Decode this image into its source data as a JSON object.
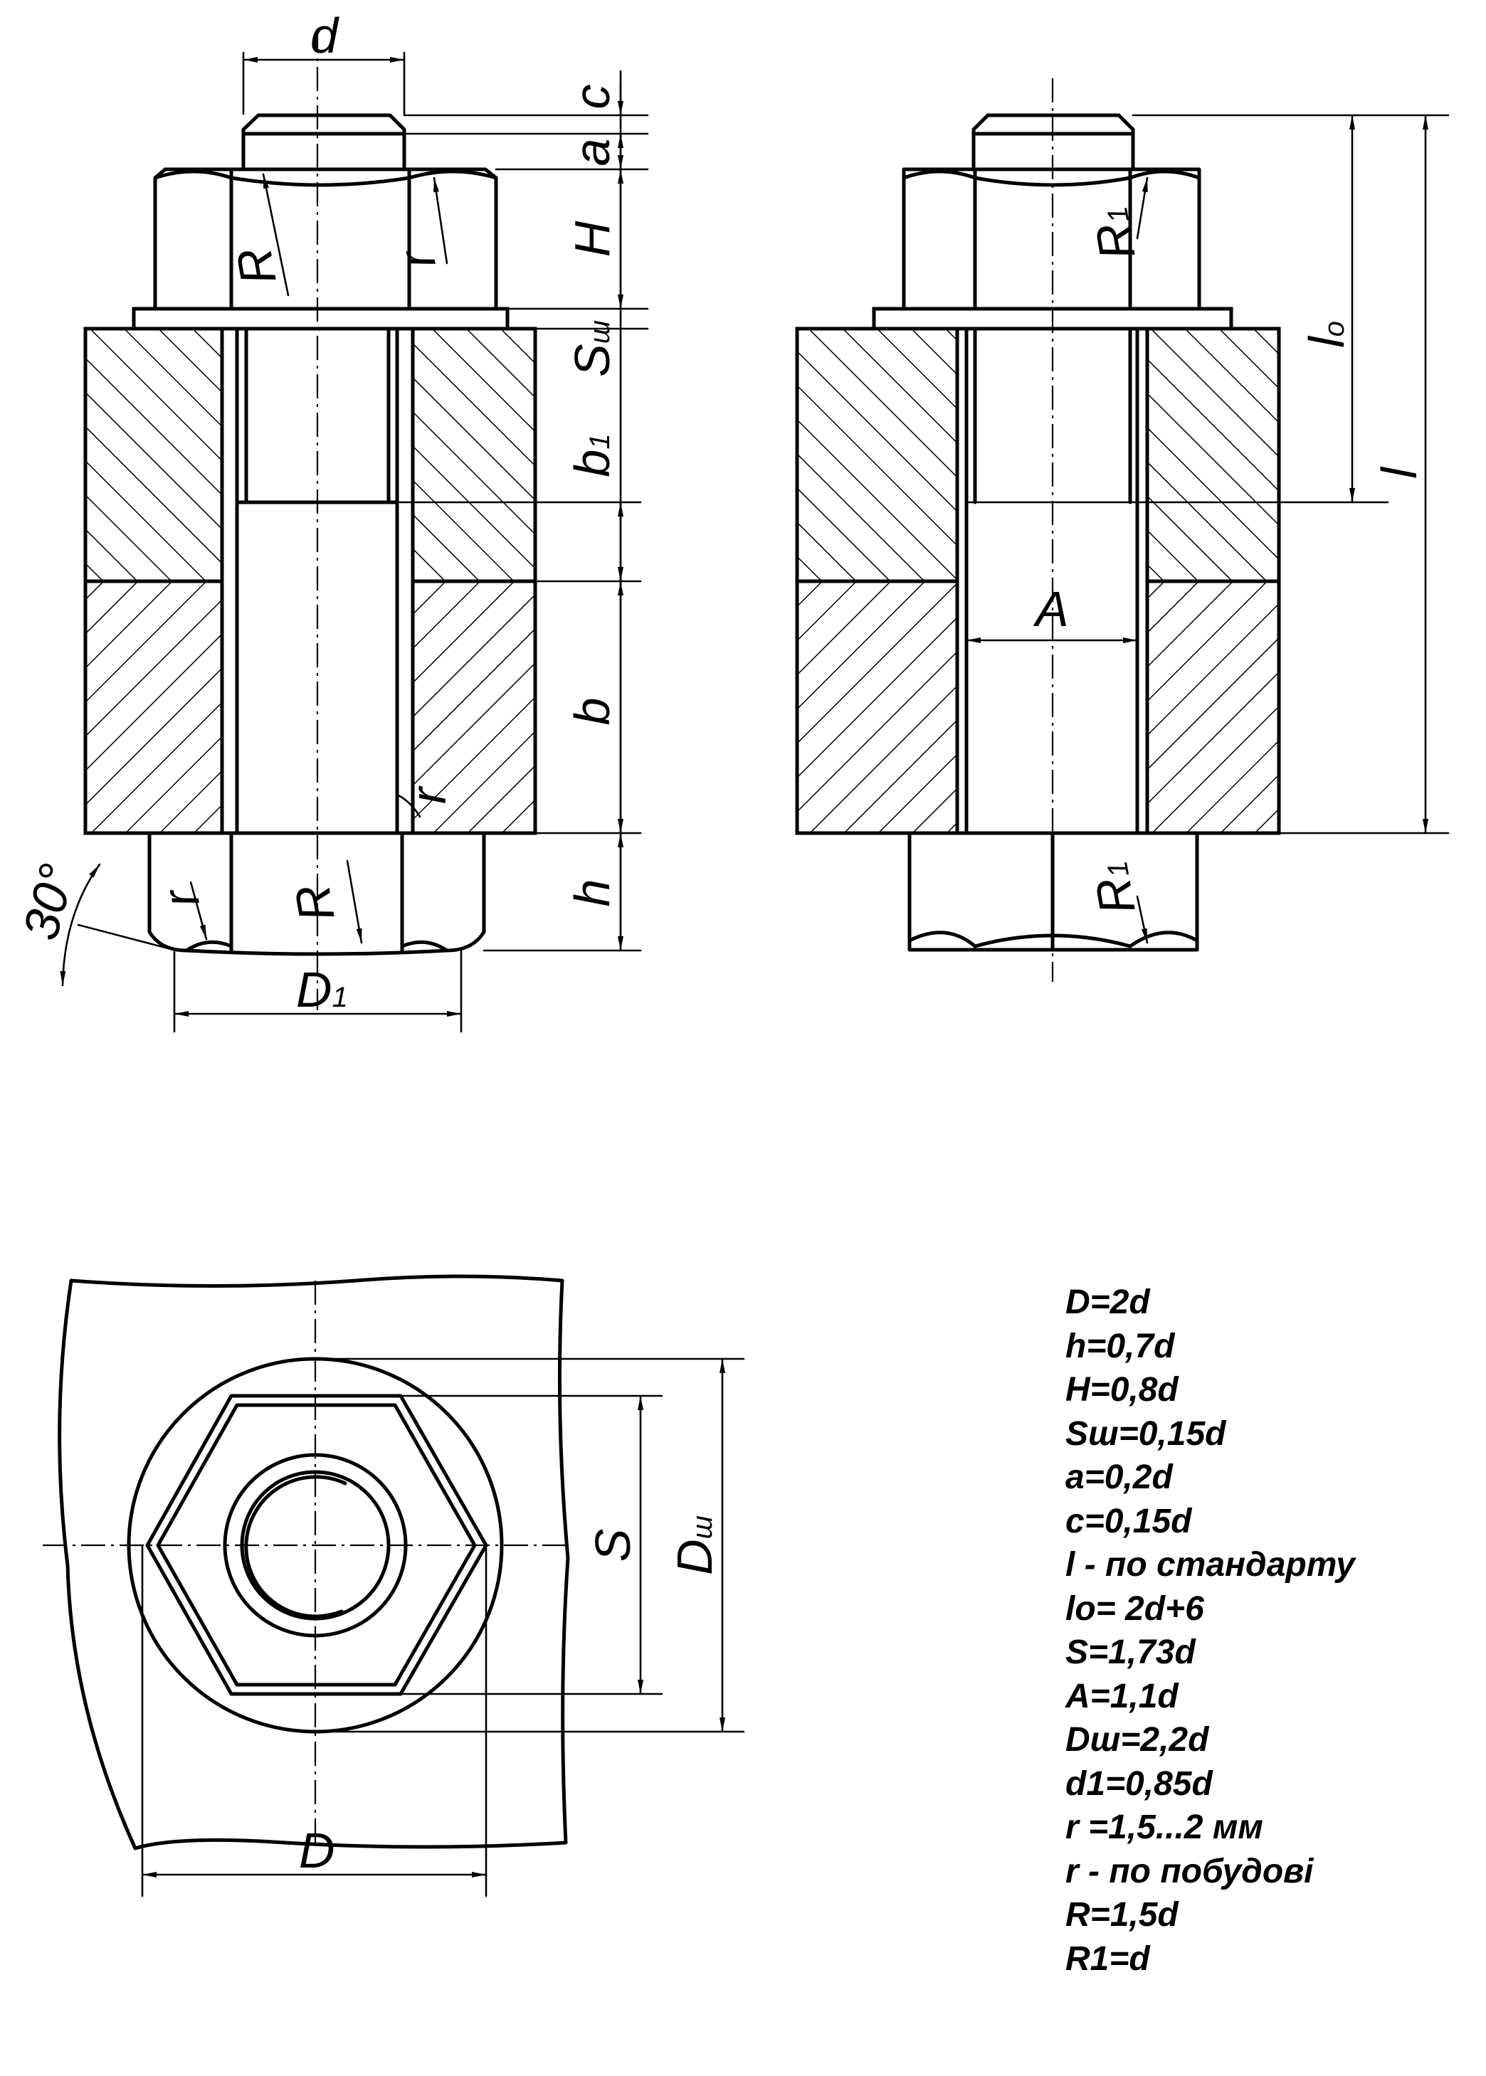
{
  "labels": {
    "d": "d",
    "c": "c",
    "a": "a",
    "H": "H",
    "S_sh": "S",
    "S_sh_sub": "ш",
    "b1": "b",
    "b1_sub": "1",
    "b": "b",
    "h": "h",
    "angle": "30°",
    "D1": "D",
    "D1_sub": "1",
    "R": "R",
    "r": "r",
    "r_small": "r",
    "R1": "R",
    "R1_sub": "1",
    "l0": "l",
    "l0_sub": "o",
    "l": "l",
    "A": "A",
    "S": "S",
    "Dsh": "D",
    "Dsh_sub": "ш",
    "D": "D"
  },
  "legend": [
    "D=2d",
    "h=0,7d",
    "H=0,8d",
    "Sш=0,15d",
    "a=0,2d",
    "c=0,15d",
    "l - по стандарту",
    "lo= 2d+6",
    "S=1,73d",
    "A=1,1d",
    "Dш=2,2d",
    "d1=0,85d",
    "r =1,5...2 мм",
    "r - по побудові",
    "R=1,5d",
    "R1=d"
  ]
}
